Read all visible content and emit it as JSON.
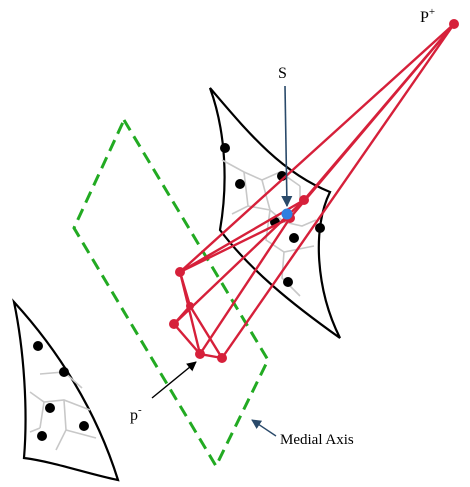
{
  "labels": {
    "p_plus_base": "P",
    "p_plus_sup": "+",
    "s": "S",
    "p_minus_base": "p",
    "p_minus_sup": "-",
    "medial_axis": "Medial Axis"
  },
  "colors": {
    "patch_outline": "#000000",
    "patch_cells": "#c8c8c8",
    "sample_dots": "#000000",
    "red_lines": "#d6203a",
    "red_nodes": "#d6203a",
    "medial_axis": "#22aa22",
    "s_dot": "#2f7fe0",
    "arrows": "#2a4a6a"
  }
}
